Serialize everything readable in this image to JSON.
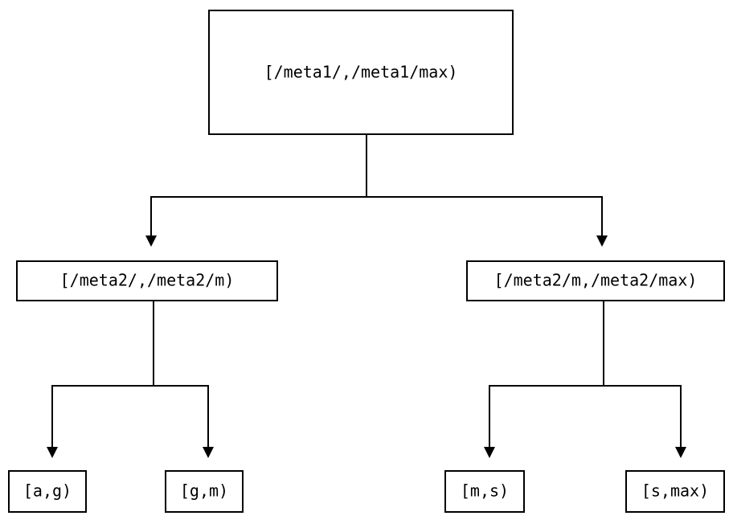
{
  "diagram": {
    "type": "tree",
    "title": "",
    "background_color": "#ffffff",
    "line_color": "#000000",
    "text_color": "#000000",
    "box_fill": "#ffffff",
    "nodes": {
      "root": {
        "label": "[/meta1/,/meta1/max)",
        "level": 0
      },
      "mid_left": {
        "label": "[/meta2/,/meta2/m)",
        "level": 1
      },
      "mid_right": {
        "label": "[/meta2/m,/meta2/max)",
        "level": 1
      },
      "leaf_1": {
        "label": "[a,g)",
        "level": 2
      },
      "leaf_2": {
        "label": "[g,m)",
        "level": 2
      },
      "leaf_3": {
        "label": "[m,s)",
        "level": 2
      },
      "leaf_4": {
        "label": "[s,max)",
        "level": 2
      }
    },
    "edges": [
      {
        "from": "root",
        "to": "mid_left"
      },
      {
        "from": "root",
        "to": "mid_right"
      },
      {
        "from": "mid_left",
        "to": "leaf_1"
      },
      {
        "from": "mid_left",
        "to": "leaf_2"
      },
      {
        "from": "mid_right",
        "to": "leaf_3"
      },
      {
        "from": "mid_right",
        "to": "leaf_4"
      }
    ]
  }
}
